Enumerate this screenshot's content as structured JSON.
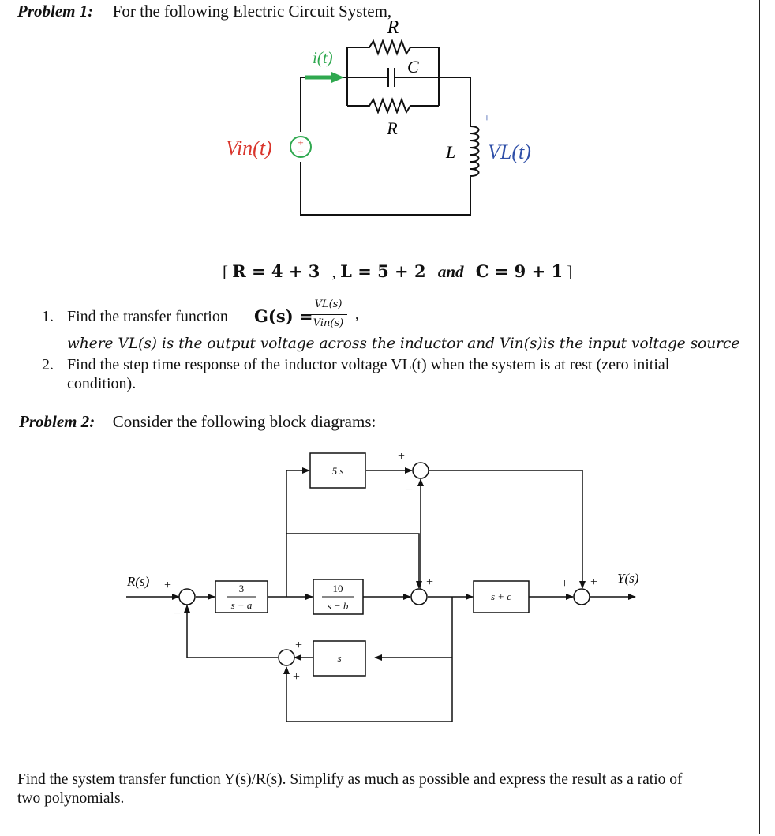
{
  "problem1": {
    "label": "Problem 1:",
    "intro": "For the following Electric Circuit System,",
    "circuit": {
      "labels": {
        "R_top": "R",
        "R_bottom": "R",
        "C": "C",
        "L": "L",
        "current": "i(t)",
        "vin": "Vin(t)",
        "vl": "VL(t)",
        "src_plus": "+",
        "src_minus": "−",
        "vl_plus": "+",
        "vl_minus": "−"
      },
      "colors": {
        "current_arrow": "#2fa84f",
        "vin_text": "#d9342b",
        "vl_text": "#2f4fa8",
        "source_circle": "#2fa84f",
        "wire": "#111111"
      }
    },
    "params_line": {
      "open": "[",
      "r": "R = 4 + 3",
      "sep": ",",
      "l": "L = 5 + 2",
      "and": "and",
      "c": "C = 9 + 1",
      "close": "]"
    },
    "items": [
      {
        "number": "1.",
        "text": "Find the transfer function",
        "g_lhs": "G(s) =",
        "frac_num": "VL(s)",
        "frac_den": "Vin(s)",
        "trail": ",",
        "where": "where VL(s) is the output voltage across the inductor and Vin(s)is the input voltage source"
      },
      {
        "number": "2.",
        "text_line1": "Find the step time response of the inductor voltage VL(t) when the system is at rest (zero initial",
        "text_line2": "condition)."
      }
    ]
  },
  "problem2": {
    "label": "Problem 2:",
    "intro": "Consider the following block diagrams:",
    "diagram": {
      "input": "R(s)",
      "output": "Y(s)",
      "blocks": {
        "five_s": "5 s",
        "g1_num": "3",
        "g1_den": "s + a",
        "g2_num": "10",
        "g2_den": "s − b",
        "sc": "s + c",
        "s_fb": "s"
      },
      "signs": {
        "sum1_in": "+",
        "sum1_fb": "−",
        "sum_top_in": "+",
        "sum_top_bottom": "−",
        "sum2_left": "+",
        "sum2_top": "+",
        "sum_out_left": "+",
        "sum_out_top": "+",
        "sum_fb_top": "+",
        "sum_fb_bottom": "+"
      }
    },
    "question_line1": "Find the system transfer function Y(s)/R(s). Simplify as much as possible and express the result as a ratio of",
    "question_line2": "two polynomials."
  }
}
